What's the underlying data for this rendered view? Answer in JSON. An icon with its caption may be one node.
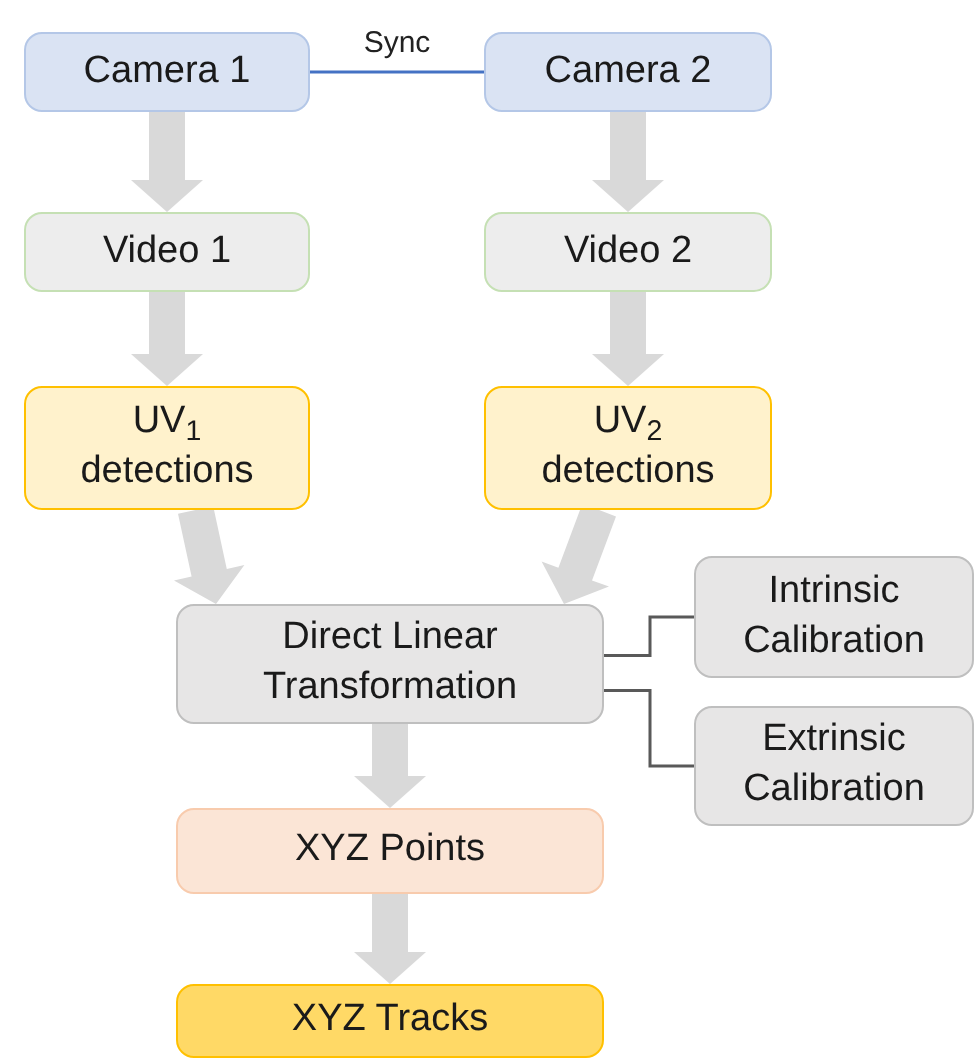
{
  "diagram": {
    "nodes": [
      {
        "text": [
          "Camera 1"
        ]
      },
      {
        "text": [
          "Camera 2"
        ]
      },
      {
        "text": [
          "Video 1"
        ]
      },
      {
        "text": [
          "Video 2"
        ]
      },
      {
        "text": [
          "UV$_{1}$ detections"
        ]
      },
      {
        "text": [
          "UV$_{2}$ detections"
        ]
      },
      {
        "text": [
          "Direct Linear Transformation"
        ]
      },
      {
        "text": [
          "Intrinsic Calibration"
        ]
      },
      {
        "text": [
          "Extrinsic Calibration"
        ]
      },
      {
        "text": [
          "XYZ Points"
        ]
      },
      {
        "text": [
          "XYZ Tracks"
        ]
      }
    ],
    "edges": [
      {
        "from": 0,
        "to": 1,
        "arrow": "none",
        "label": "Sync",
        "color": "#4472c4"
      },
      {
        "from": 0,
        "to": 2,
        "arrow": "to",
        "style": "thick"
      },
      {
        "from": 1,
        "to": 3,
        "arrow": "to",
        "style": "thick"
      },
      {
        "from": 2,
        "to": 4,
        "arrow": "to",
        "style": "thick"
      },
      {
        "from": 3,
        "to": 5,
        "arrow": "to",
        "style": "thick"
      },
      {
        "from": 4,
        "to": 6,
        "arrow": "to",
        "style": "thick"
      },
      {
        "from": 5,
        "to": 6,
        "arrow": "to",
        "style": "thick"
      },
      {
        "from": 6,
        "to": 7,
        "arrow": "none",
        "color": "#595959"
      },
      {
        "from": 6,
        "to": 8,
        "arrow": "none",
        "color": "#595959"
      },
      {
        "from": 6,
        "to": 9,
        "arrow": "to",
        "style": "thick"
      },
      {
        "from": 9,
        "to": 10,
        "arrow": "to",
        "style": "thick"
      }
    ]
  }
}
